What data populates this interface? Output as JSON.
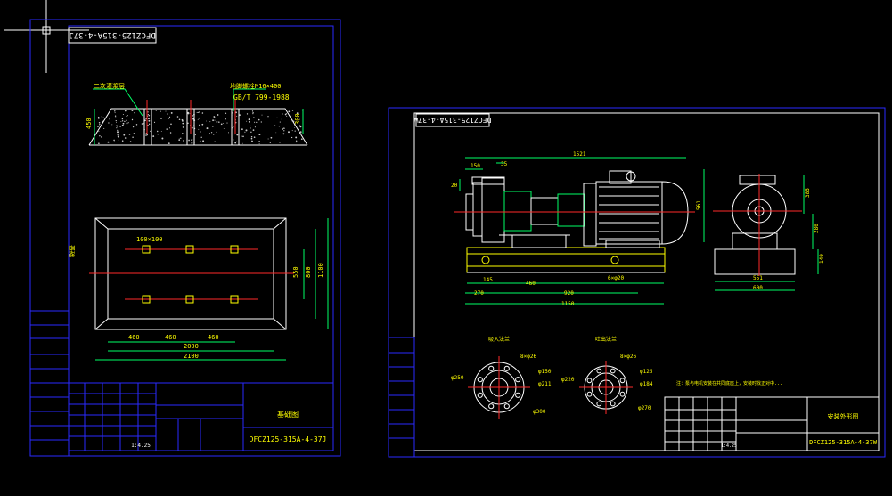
{
  "colors": {
    "background": "#000000",
    "frame": "#2a2aff",
    "outline": "#ffffff",
    "dimension": "#00ff66",
    "text": "#ffff00",
    "centerline": "#ff2a2a",
    "cyan": "#00ffff"
  },
  "crosshair_icon": "cad-crosshair-cursor",
  "left_sheet": {
    "stamp": "DFCZ125-315A-4-37J",
    "foundation_note_left": "二次灌浆层",
    "foundation_note_right": "地脚螺栓M16×400",
    "foundation_std": "GB/T 799-1988",
    "dim_depth_left": "450",
    "dim_depth_right": "300",
    "plan_label": "基础",
    "hole_label": "100×100",
    "dims_bottom": [
      "460",
      "460",
      "460"
    ],
    "dim_total_inner": "2000",
    "dim_total_outer": "2100",
    "dims_right": [
      "550",
      "800",
      "1100"
    ],
    "title_block": {
      "title": "基础图",
      "drawing_no": "DFCZ125-315A-4-37J",
      "scale": "1:4.25"
    }
  },
  "right_sheet": {
    "stamp": "DFCZ125-315A-4-37W",
    "dims_top": [
      "150",
      "35",
      "1521"
    ],
    "dim_left": "20",
    "dim_height": "561",
    "dims_bottom": [
      "145",
      "460",
      "920",
      "1150",
      "270"
    ],
    "holes_note": "6×φ20",
    "side_dims": [
      "385",
      "280",
      "140",
      "551",
      "600"
    ],
    "inlet_flange": {
      "label": "吸入法兰",
      "holes": "8×φ26",
      "d1": "φ250",
      "d2": "φ150",
      "d3": "φ211",
      "d4": "φ300"
    },
    "outlet_flange": {
      "label": "吐出法兰",
      "holes": "8×φ26",
      "d1": "φ220",
      "d2": "φ125",
      "d3": "φ184",
      "d4": "φ270"
    },
    "note": "注：泵与电机安装在共同底座上，安装时找正对中...",
    "title_block": {
      "title": "安装外形图",
      "drawing_no": "DFCZ125-315A-4-37W",
      "scale": "1:4.25"
    }
  }
}
